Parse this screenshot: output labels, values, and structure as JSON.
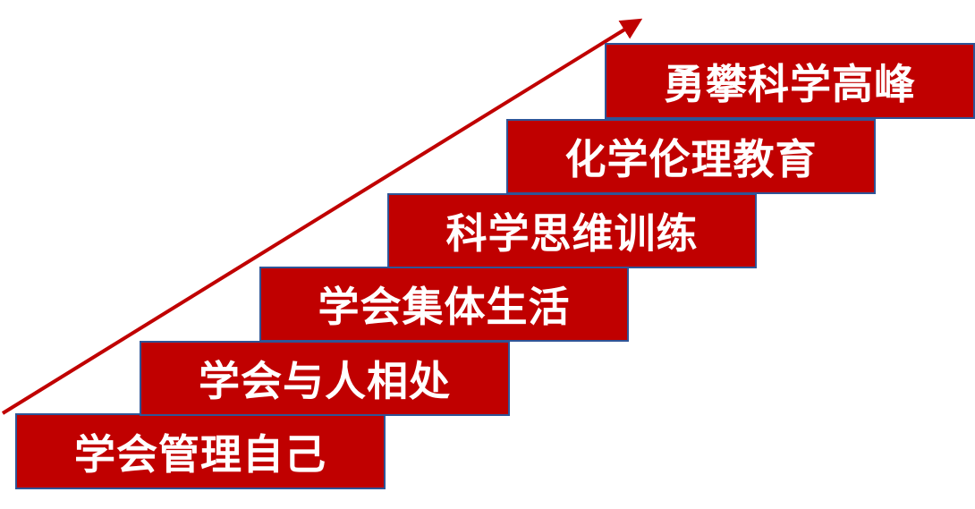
{
  "colors": {
    "step_fill": "#C00000",
    "step_border": "#2F5597",
    "arrow": "#C00000",
    "text": "#FFFFFF"
  },
  "steps": [
    {
      "label": "学会管理自己"
    },
    {
      "label": "学会与人相处"
    },
    {
      "label": "学会集体生活"
    },
    {
      "label": "科学思维训练"
    },
    {
      "label": "化学伦理教育"
    },
    {
      "label": "勇攀科学高峰"
    }
  ]
}
